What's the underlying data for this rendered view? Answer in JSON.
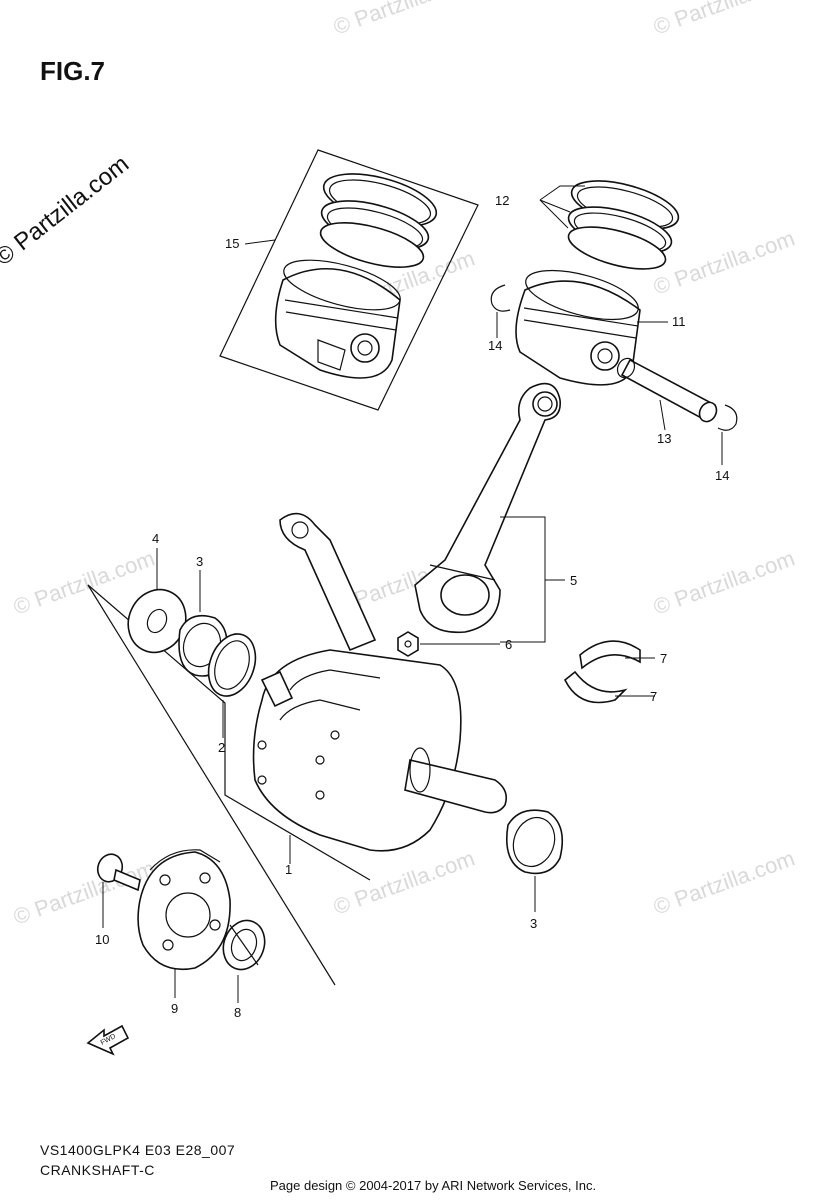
{
  "figure_title": "FIG.7",
  "model_code": "VS1400GLPK4 E03 E28_007",
  "diagram_name": "CRANKSHAFT-C",
  "footer_credit": "Page design © 2004-2017 by ARI Network Services, Inc.",
  "copyright_side": "© Partzilla.com",
  "watermark": "© Partzilla.com",
  "fwd_label": "FWD",
  "callouts": {
    "c1": "1",
    "c2": "2",
    "c3a": "3",
    "c3b": "3",
    "c4": "4",
    "c5": "5",
    "c6": "6",
    "c7a": "7",
    "c7b": "7",
    "c8": "8",
    "c9": "9",
    "c10": "10",
    "c11": "11",
    "c12": "12",
    "c13": "13",
    "c14a": "14",
    "c14b": "14",
    "c15": "15"
  }
}
